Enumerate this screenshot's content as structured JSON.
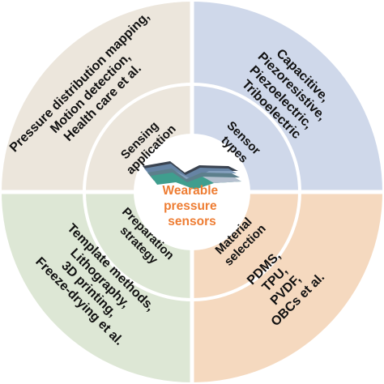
{
  "colors": {
    "sensing": "#ece6dc",
    "types": "#cfd8ea",
    "preparation": "#dde7d5",
    "material": "#f5d9bf",
    "center_text": "#ee7d33",
    "divider": "#ffffff"
  },
  "center": {
    "lines": [
      "Wearable",
      "pressure",
      "sensors"
    ],
    "icon": "layered-film-sensor-icon"
  },
  "quadrants": {
    "sensing": {
      "label_lines": [
        "Sensing",
        "application"
      ],
      "detail_lines": [
        "Pressure distribution mapping,",
        "Motion detection,",
        "Health care et al."
      ]
    },
    "types": {
      "label_lines": [
        "Sensor",
        "types"
      ],
      "detail_lines": [
        "Capacitive,",
        "Piezoresistive,",
        "Piezoelectric,",
        "Triboelectric"
      ]
    },
    "preparation": {
      "label_lines": [
        "Preparation",
        "strategy"
      ],
      "detail_lines": [
        "Template methods,",
        "Lithography,",
        "3D printing,",
        "Freeze-drying et al."
      ]
    },
    "material": {
      "label_lines": [
        "Material",
        "selection"
      ],
      "detail_lines": [
        "PDMS,",
        "TPU,",
        "PVDF,",
        "OBCs et al."
      ]
    }
  }
}
